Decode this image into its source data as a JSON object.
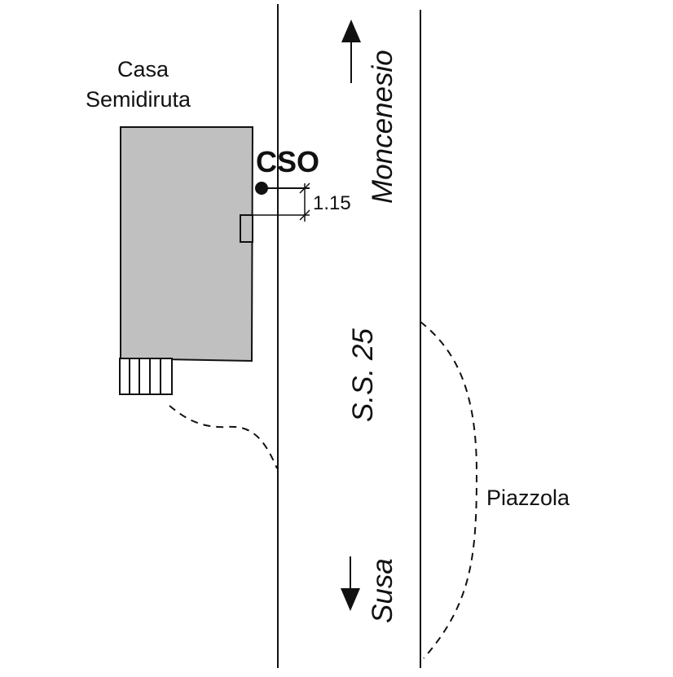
{
  "labels": {
    "building_line1": "Casa",
    "building_line2": "Semidiruta",
    "point_label": "CSO",
    "distance": "1.15",
    "road_name": "S.S. 25",
    "direction_north": "Moncenesio",
    "direction_south": "Susa",
    "layby": "Piazzola"
  },
  "colors": {
    "building_fill": "#c0c0c0",
    "stroke": "#111111",
    "background": "#ffffff"
  },
  "icons": {
    "north_arrow": "arrow-up-icon",
    "south_arrow": "arrow-down-icon"
  }
}
